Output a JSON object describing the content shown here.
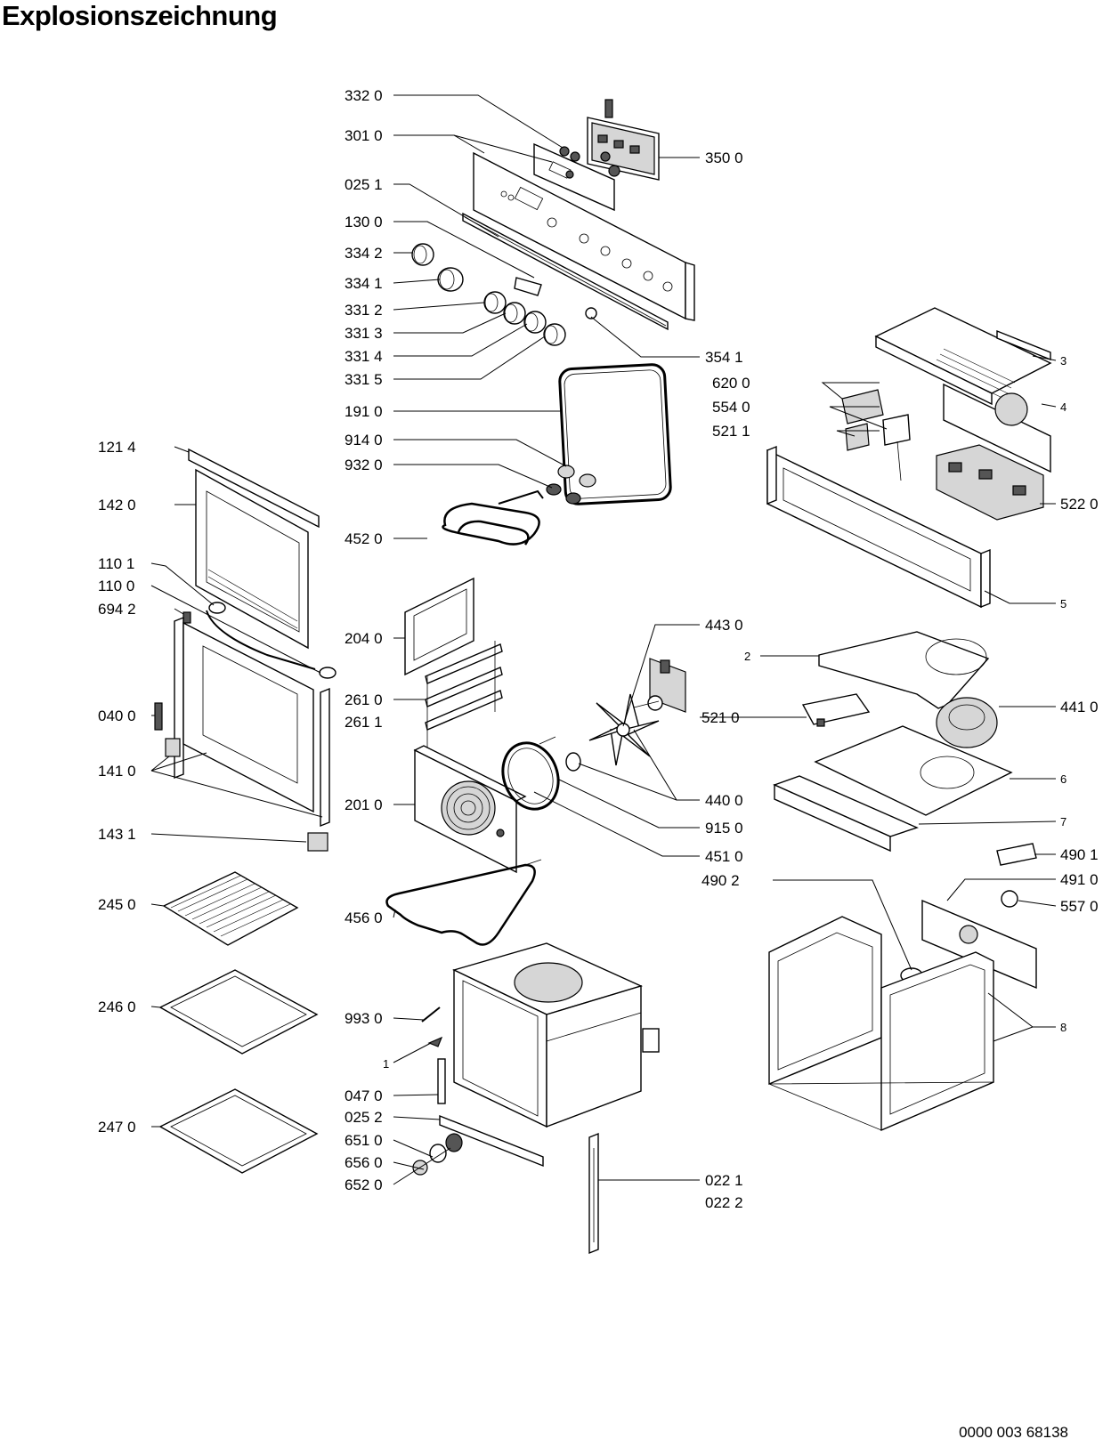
{
  "title": "Explosionszeichnung",
  "document_number": "0000 003 68138",
  "part_labels": [
    "332 0",
    "301 0",
    "025 1",
    "130 0",
    "334 2",
    "334 1",
    "331 2",
    "331 3",
    "331 4",
    "331 5",
    "191 0",
    "914 0",
    "932 0",
    "452 0",
    "204 0",
    "261 0",
    "261 1",
    "201 0",
    "456 0",
    "993 0",
    "1",
    "047 0",
    "025 2",
    "651 0",
    "656 0",
    "652 0",
    "350 0",
    "354 1",
    "443 0",
    "521 0",
    "440 0",
    "915 0",
    "451 0",
    "490 2",
    "022 1",
    "022 2",
    "121 4",
    "142 0",
    "110 1",
    "110 0",
    "694 2",
    "040 0",
    "141 0",
    "143 1",
    "245 0",
    "246 0",
    "247 0",
    "3",
    "620 0",
    "4",
    "554 0",
    "521 1",
    "522 0",
    "5",
    "2",
    "441 0",
    "6",
    "7",
    "490 1",
    "491 0",
    "557 0",
    "8"
  ]
}
